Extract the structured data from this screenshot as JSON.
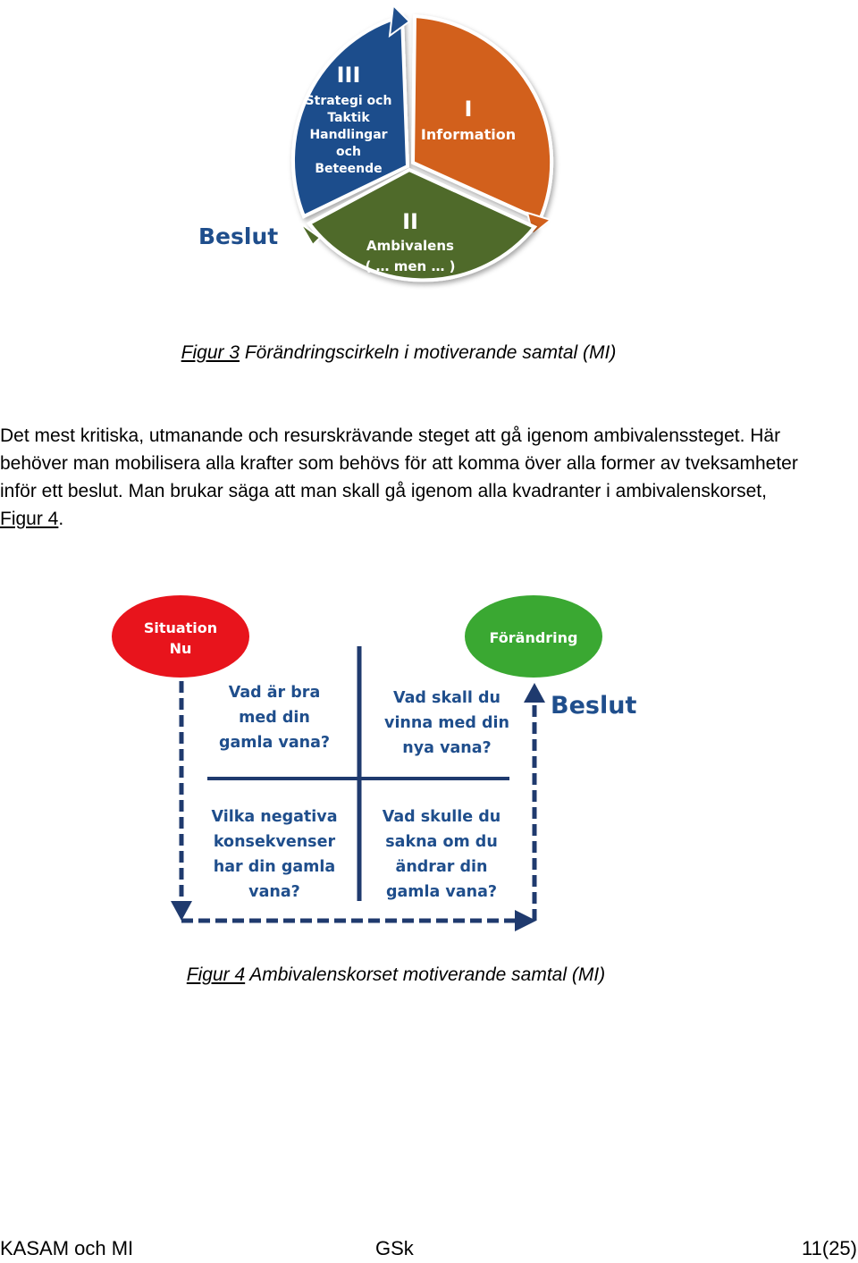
{
  "figure3": {
    "segment_III": {
      "numeral": "III",
      "lines": [
        "Strategi och",
        "Taktik",
        "Handlingar",
        "och",
        "Beteende"
      ]
    },
    "segment_I": {
      "numeral": "I",
      "lines": [
        "Information"
      ]
    },
    "segment_II": {
      "numeral": "II",
      "lines": [
        "Ambivalens",
        "( … men … )"
      ]
    },
    "outside_label": "Beslut",
    "colors": {
      "blue": "#1f4e8c",
      "orange": "#d2601c",
      "green": "#4f6a2a",
      "beslut_text": "#1f4e8c"
    }
  },
  "caption3": {
    "ref": "Figur 3",
    "text": " Förändringscirkeln i motiverande samtal (MI)"
  },
  "body": {
    "text": "Det mest kritiska, utmanande och resurskrävande steget att gå igenom ambivalenssteget. Här behöver man mobilisera alla krafter som behövs för att komma över alla former av tveksamheter inför ett beslut. Man brukar säga att man skall gå igenom alla kvadranter i ambivalenskorset, ",
    "link": "Figur 4",
    "end": "."
  },
  "figure4": {
    "situation_circle": [
      "Situation",
      "Nu"
    ],
    "change_circle": [
      "Förändring"
    ],
    "decision_label": "Beslut",
    "quadrant_tl": [
      "Vad är bra",
      "med din",
      "gamla vana?"
    ],
    "quadrant_tr": [
      "Vad skall du",
      "vinna med din",
      "nya vana?"
    ],
    "quadrant_bl": [
      "Vilka negativa",
      "konsekvenser",
      "har din gamla",
      "vana?"
    ],
    "quadrant_br": [
      "Vad skulle du",
      "sakna om du",
      "ändrar din",
      "gamla vana?"
    ],
    "colors": {
      "red": "#e8141c",
      "green": "#3aa832",
      "navy": "#1f3a6e",
      "text": "#1f4e8c"
    }
  },
  "caption4": {
    "ref": "Figur 4",
    "text": " Ambivalenskorset motiverande samtal (MI)"
  },
  "footer": {
    "left": "KASAM och MI",
    "center": "GSk",
    "right": "11(25)"
  }
}
